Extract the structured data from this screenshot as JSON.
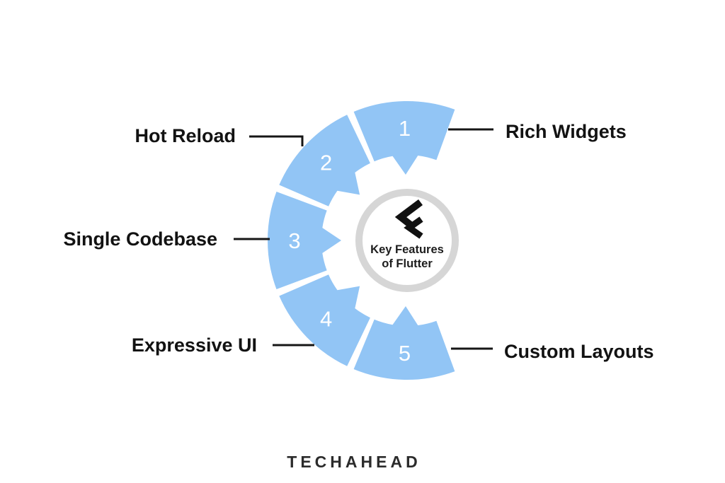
{
  "title": {
    "line1": "Key Features",
    "line2": "of Flutter"
  },
  "segments": [
    {
      "num": "1",
      "label": "Rich Widgets"
    },
    {
      "num": "2",
      "label": "Hot Reload"
    },
    {
      "num": "3",
      "label": "Single Codebase"
    },
    {
      "num": "4",
      "label": "Expressive UI"
    },
    {
      "num": "5",
      "label": "Custom Layouts"
    }
  ],
  "brand": {
    "logo_text": "TECHAHEAD"
  },
  "colors": {
    "segment_fill": "#92C5F5",
    "ring": "#D6D6D6",
    "connector": "#161616",
    "number_text": "#FFFFFF",
    "label_text": "#121212",
    "logo_black": "#111111"
  }
}
